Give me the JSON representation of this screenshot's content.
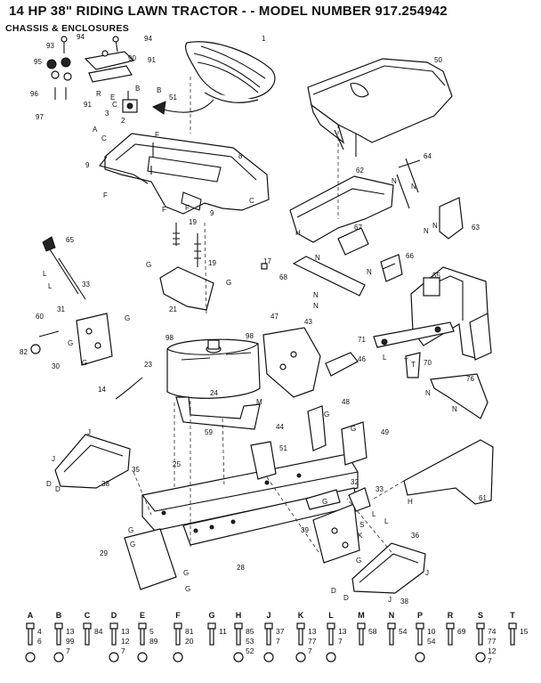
{
  "header": {
    "title": "14 HP 38\" RIDING LAWN TRACTOR - - MODEL NUMBER 917.254942",
    "subtitle": "CHASSIS & ENCLOSURES"
  },
  "callouts": {
    "c1": "1",
    "c2": "2",
    "c3": "3",
    "c8": "8",
    "c9a": "9",
    "c9b": "9",
    "c14": "14",
    "c17": "17",
    "c19a": "19",
    "c19b": "19",
    "c21": "21",
    "c23": "23",
    "c24": "24",
    "c25": "25",
    "c28": "28",
    "c29": "29",
    "c30": "30",
    "c31": "31",
    "c32": "32",
    "c33a": "33",
    "c33b": "33",
    "c35": "35",
    "c36": "36",
    "c38a": "38",
    "c38b": "38",
    "c39": "39",
    "c43": "43",
    "c44": "44",
    "c46": "46",
    "c47": "47",
    "c48": "48",
    "c49": "49",
    "c50": "50",
    "c51a": "51",
    "c51b": "51",
    "c55": "55",
    "c59": "59",
    "c60": "60",
    "c61": "61",
    "c62": "62",
    "c63": "63",
    "c64": "64",
    "c65": "65",
    "c66": "66",
    "c67": "67",
    "c68": "68",
    "c70": "70",
    "c71": "71",
    "c76": "76",
    "c82": "82",
    "c90": "90",
    "c91a": "91",
    "c91b": "91",
    "c93": "93",
    "c94a": "94",
    "c94b": "94",
    "c95": "95",
    "c96": "96",
    "c97": "97",
    "c98a": "98",
    "c98b": "98"
  },
  "hardware_key": [
    {
      "letter": "A",
      "nums": [
        "4",
        "6"
      ]
    },
    {
      "letter": "B",
      "nums": [
        "13",
        "99",
        "7"
      ]
    },
    {
      "letter": "C",
      "nums": [
        "84"
      ]
    },
    {
      "letter": "D",
      "nums": [
        "13",
        "12",
        "7"
      ]
    },
    {
      "letter": "E",
      "nums": [
        "5",
        "89"
      ]
    },
    {
      "letter": "F",
      "nums": [
        "81",
        "20"
      ]
    },
    {
      "letter": "G",
      "nums": [
        "11"
      ]
    },
    {
      "letter": "H",
      "nums": [
        "85",
        "53",
        "52"
      ]
    },
    {
      "letter": "J",
      "nums": [
        "37",
        "7"
      ]
    },
    {
      "letter": "K",
      "nums": [
        "13",
        "77",
        "7"
      ]
    },
    {
      "letter": "L",
      "nums": [
        "13",
        "7"
      ]
    },
    {
      "letter": "M",
      "nums": [
        "58"
      ]
    },
    {
      "letter": "N",
      "nums": [
        "54"
      ]
    },
    {
      "letter": "P",
      "nums": [
        "10",
        "54"
      ]
    },
    {
      "letter": "R",
      "nums": [
        "69"
      ]
    },
    {
      "letter": "S",
      "nums": [
        "74",
        "77",
        "12",
        "7"
      ]
    },
    {
      "letter": "T",
      "nums": [
        "15"
      ]
    }
  ]
}
